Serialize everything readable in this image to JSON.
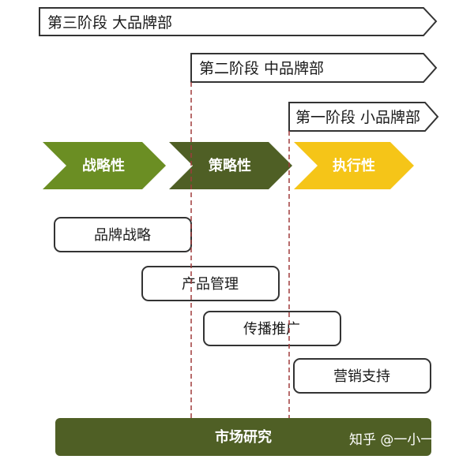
{
  "stages": [
    {
      "label": "第三阶段 大品牌部"
    },
    {
      "label": "第二阶段 中品牌部"
    },
    {
      "label": "第一阶段 小品牌部"
    }
  ],
  "chevrons": [
    {
      "label": "战略性",
      "color": "#6b8e23"
    },
    {
      "label": "策略性",
      "color": "#4f5f25"
    },
    {
      "label": "执行性",
      "color": "#f5c518"
    }
  ],
  "functions": [
    {
      "label": "品牌战略"
    },
    {
      "label": "产品管理"
    },
    {
      "label": "传播推广"
    },
    {
      "label": "营销支持"
    }
  ],
  "foundation": {
    "label": "市场研究",
    "color": "#4f5f25"
  },
  "watermark": {
    "label": "知乎 @一小一小撮"
  },
  "colors": {
    "divider": "#a03c3c",
    "outline": "#333333"
  }
}
